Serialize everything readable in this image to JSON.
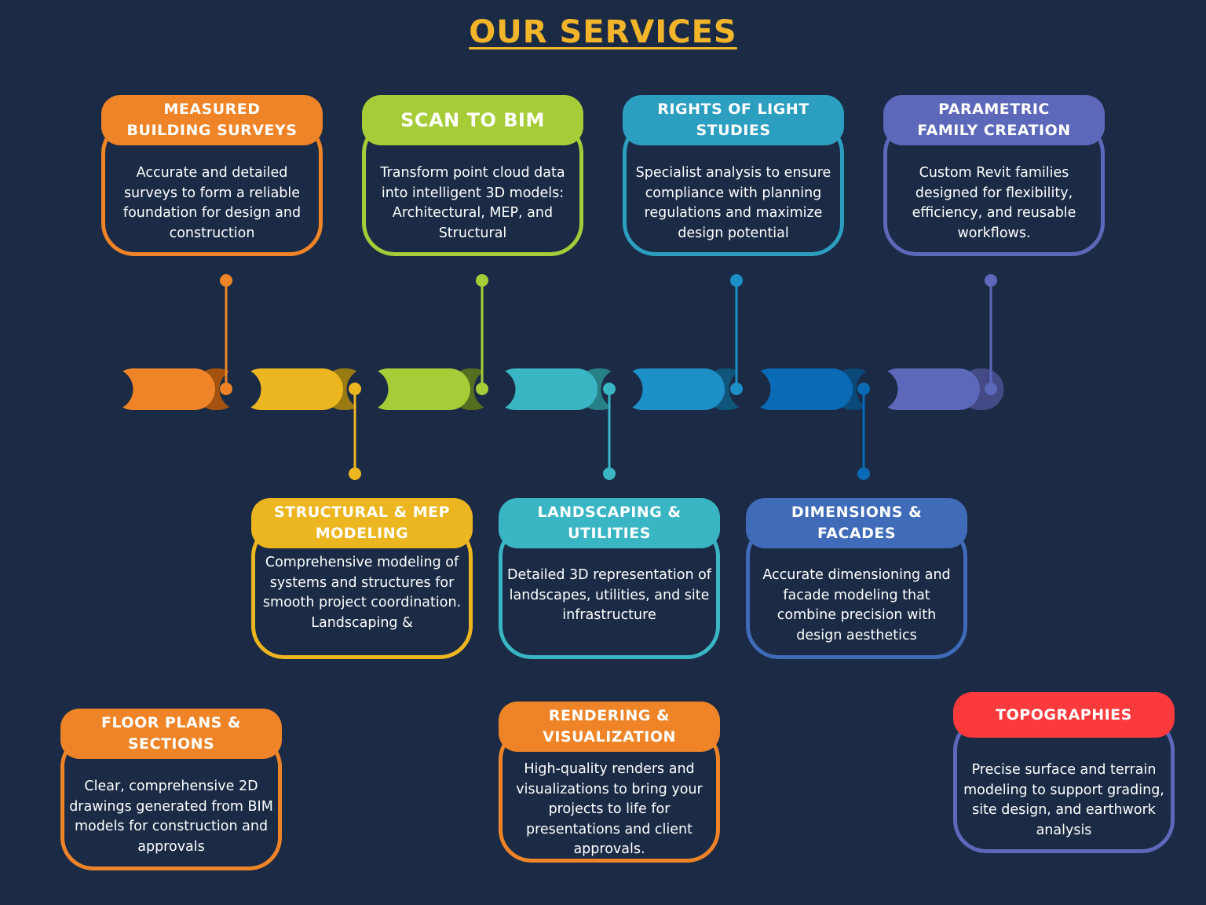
{
  "title": "OUR SERVICES",
  "colors": {
    "background": "#1b2b45",
    "title": "#f2b52a",
    "orange": "#ee8427",
    "yellow": "#ecb621",
    "lime": "#a6cc38",
    "teal": "#3ab5c3",
    "sky": "#1e90c8",
    "blue": "#0a6ab5",
    "indigo": "#5c68b9",
    "red": "#fb3a3d"
  },
  "timeline_segments": [
    "orange",
    "yellow",
    "lime",
    "teal",
    "sky",
    "blue",
    "indigo"
  ],
  "services": [
    {
      "id": "measured-building-surveys",
      "title": "MEASURED\nBUILDING SURVEYS",
      "description": "Accurate and detailed surveys to form a reliable foundation for design and construction",
      "color": "#ee8427"
    },
    {
      "id": "scan-to-bim",
      "title": "SCAN TO BIM",
      "description": "Transform point cloud data into intelligent 3D models: Architectural, MEP, and Structural",
      "color": "#a6cc38"
    },
    {
      "id": "rights-of-light-studies",
      "title": "RIGHTS OF LIGHT\nSTUDIES",
      "description": "Specialist analysis to ensure compliance with planning regulations and maximize design potential",
      "color": "#2c9fc0"
    },
    {
      "id": "parametric-family-creation",
      "title": "PARAMETRIC\nFAMILY CREATION",
      "description": "Custom Revit families designed for flexibility, efficiency, and reusable workflows.",
      "color": "#5c68b9"
    },
    {
      "id": "structural-mep-modeling",
      "title": "STRUCTURAL & MEP\nMODELING",
      "description": "Comprehensive modeling of systems and structures for smooth project coordination. Landscaping &",
      "color": "#ecb621"
    },
    {
      "id": "landscaping-utilities",
      "title": "LANDSCAPING &\nUTILITIES",
      "description": "Detailed 3D representation of landscapes, utilities, and site infrastructure",
      "color": "#3ab5c3"
    },
    {
      "id": "dimensions-facades",
      "title": "DIMENSIONS &\nFACADES",
      "description": "Accurate dimensioning and facade modeling that combine precision with design aesthetics",
      "color": "#3f6bb9"
    },
    {
      "id": "floor-plans-sections",
      "title": "FLOOR PLANS &\nSECTIONS",
      "description": "Clear, comprehensive 2D drawings generated from BIM models for construction and approvals",
      "color": "#ee8427"
    },
    {
      "id": "rendering-visualization",
      "title": "RENDERING &\nVISUALIZATION",
      "description": "High-quality renders and visualizations to bring your projects to life for presentations and client approvals.",
      "color": "#ee8427"
    },
    {
      "id": "topographies",
      "title": "TOPOGRAPHIES",
      "description": "Precise surface and terrain modeling to support grading, site design, and earthwork analysis",
      "color": "#fb3a3d",
      "border": "#5c68b9"
    }
  ]
}
